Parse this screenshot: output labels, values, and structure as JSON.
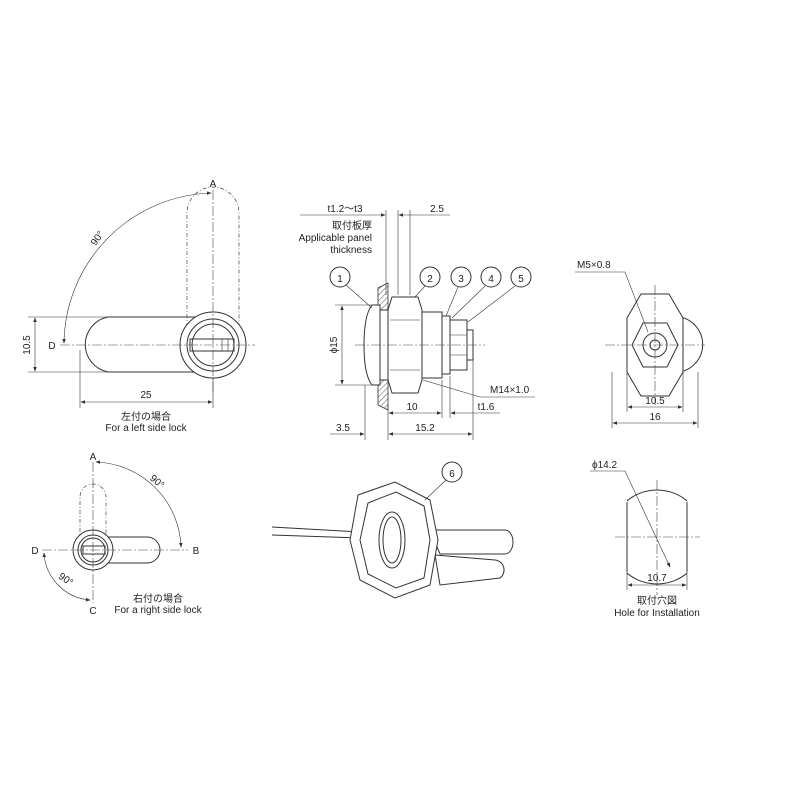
{
  "left_lock": {
    "A": "A",
    "D": "D",
    "angle": "90°",
    "dim_height": "10.5",
    "dim_length": "25",
    "caption_jp": "左付の場合",
    "caption_en": "For a left side lock"
  },
  "right_lock": {
    "A": "A",
    "B": "B",
    "C": "C",
    "D": "D",
    "angle_ab": "90°",
    "angle_dc": "90°",
    "caption_jp": "右付の場合",
    "caption_en": "For a right side lock"
  },
  "side_view": {
    "panel_range": "t1.2～t3",
    "dim_top": "2.5",
    "panel_jp": "取付板厚",
    "panel_en_1": "Applicable panel",
    "panel_en_2": "thickness",
    "diameter": "ϕ15",
    "thread": "M14×1.0",
    "dim_10": "10",
    "dim_t16": "t1.6",
    "dim_35": "3.5",
    "dim_152": "15.2",
    "parts": [
      "1",
      "2",
      "3",
      "4",
      "5"
    ]
  },
  "end_view": {
    "screw": "M5×0.8",
    "dim_105": "10.5",
    "dim_16": "16"
  },
  "key": {
    "part": "6"
  },
  "hole": {
    "diameter": "ϕ14.2",
    "width": "10.7",
    "caption_jp": "取付穴図",
    "caption_en": "Hole for Installation"
  }
}
